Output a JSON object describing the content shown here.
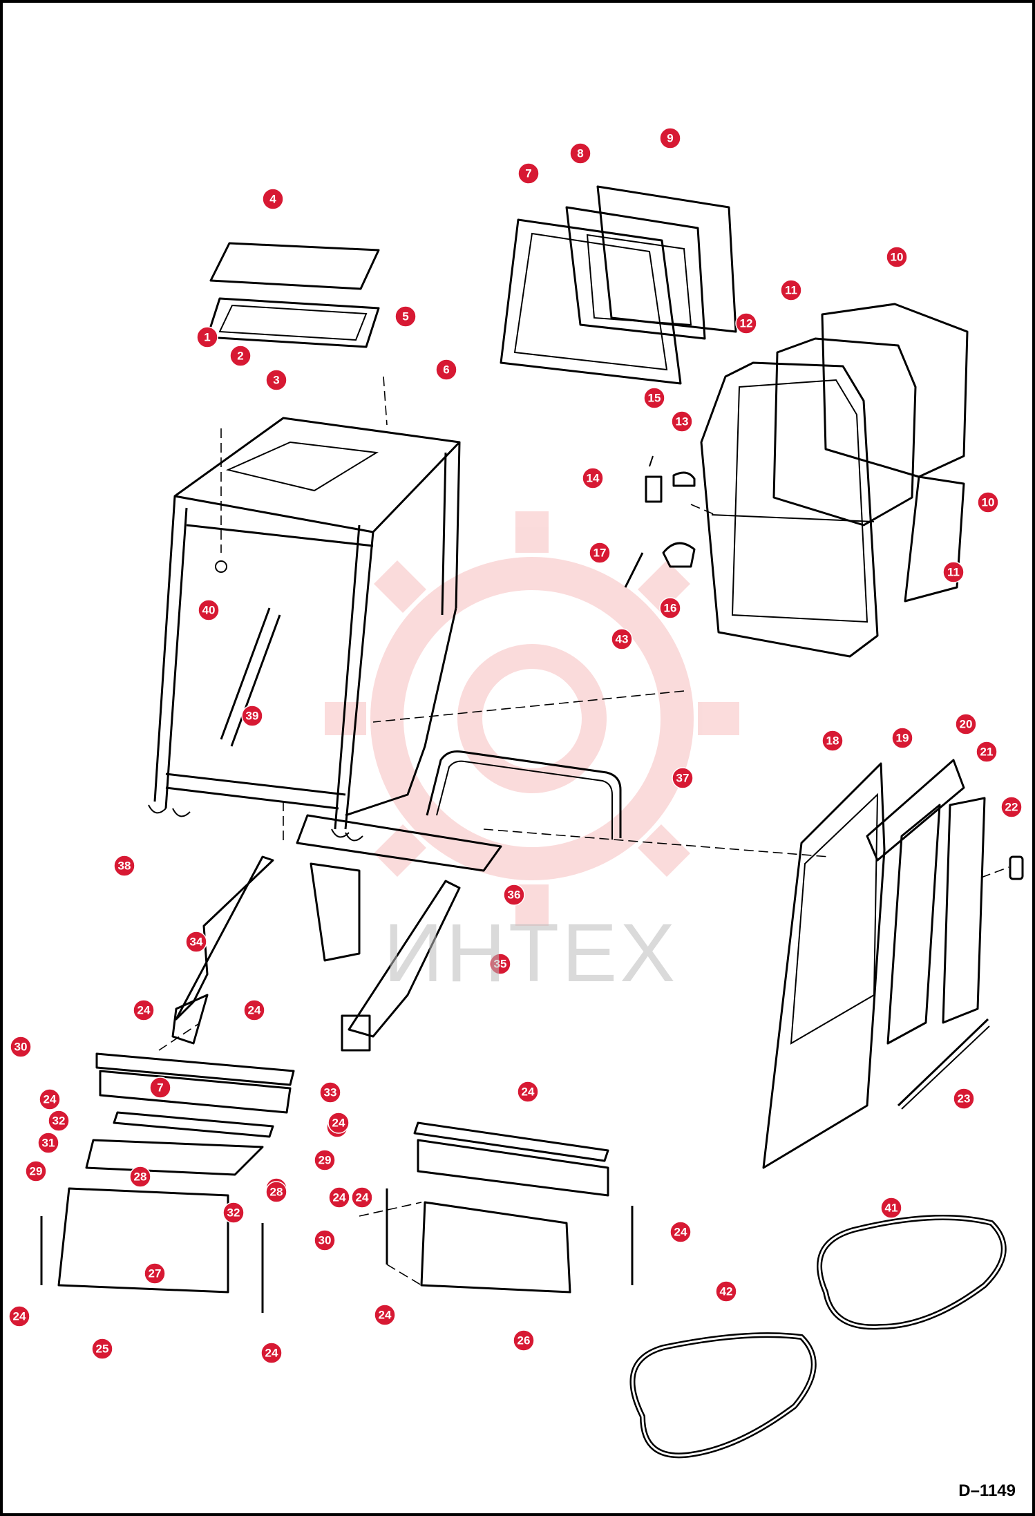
{
  "drawing_id": "D–1149",
  "watermark_text": "ИНТЕХ",
  "colors": {
    "callout": "#d71933",
    "line": "#000000",
    "watermark": "#f08080"
  },
  "callouts": [
    "1",
    "2",
    "3",
    "4",
    "5",
    "6",
    "7",
    "8",
    "9",
    "10",
    "11",
    "12",
    "13",
    "14",
    "15",
    "16",
    "17",
    "18",
    "19",
    "20",
    "21",
    "22",
    "23",
    "24",
    "25",
    "26",
    "27",
    "28",
    "29",
    "30",
    "31",
    "32",
    "33",
    "34",
    "35",
    "36",
    "37",
    "38",
    "39",
    "40",
    "41",
    "42",
    "43"
  ]
}
